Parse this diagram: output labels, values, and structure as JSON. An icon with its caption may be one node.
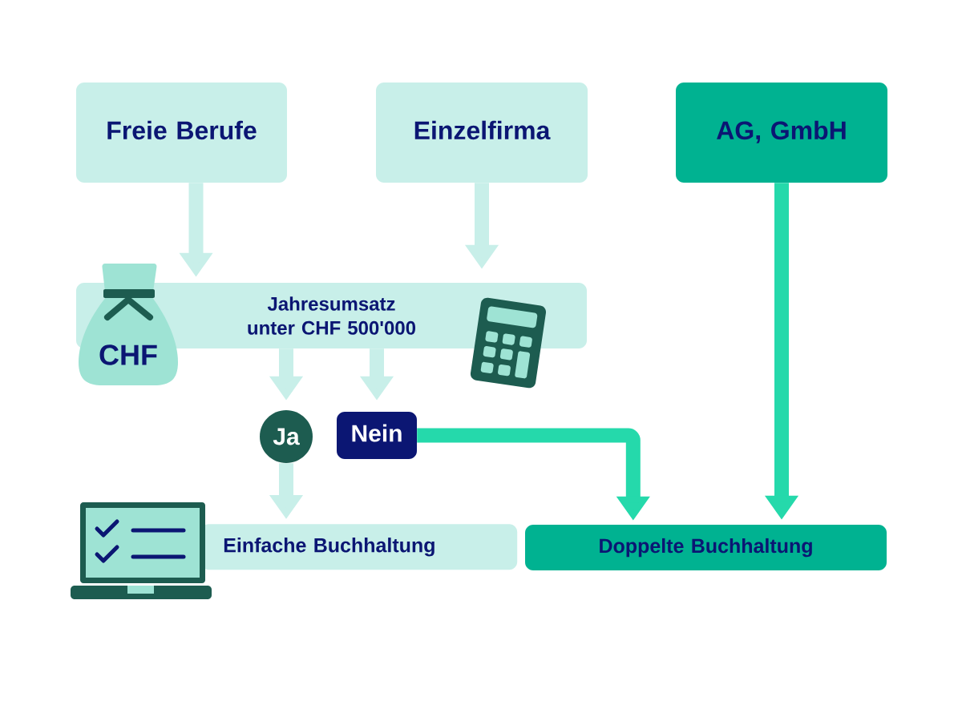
{
  "diagram": {
    "nodes": [
      {
        "text": [
          "Freie Berufe"
        ]
      },
      {
        "text": [
          "Einzelfirma"
        ]
      },
      {
        "text": [
          "AG, GmbH"
        ]
      },
      {
        "text": [
          "Jahresumsatz unter CHF 500'000"
        ]
      },
      {
        "text": [
          "CHF"
        ]
      },
      {
        "text": [
          "Ja"
        ]
      },
      {
        "text": [
          "Nein"
        ]
      },
      {
        "text": [
          "Einfache Buchhaltung"
        ]
      },
      {
        "text": [
          "Doppelte Buchhaltung"
        ]
      }
    ],
    "edges": [
      {
        "from": 0,
        "to": 3,
        "arrow": "to"
      },
      {
        "from": 1,
        "to": 3,
        "arrow": "to"
      },
      {
        "from": 2,
        "to": 8,
        "arrow": "to",
        "color": "#25d9ab"
      },
      {
        "from": 3,
        "to": 5,
        "arrow": "to"
      },
      {
        "from": 3,
        "to": 6,
        "arrow": "to"
      },
      {
        "from": 6,
        "to": 8,
        "arrow": "to",
        "color": "#25d9ab"
      },
      {
        "from": 5,
        "to": 7,
        "arrow": "to"
      }
    ]
  }
}
